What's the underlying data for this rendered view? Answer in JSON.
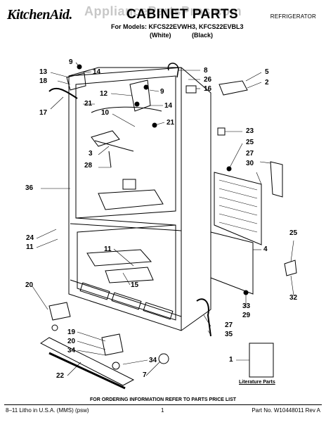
{
  "header": {
    "brand": "KitchenAid.",
    "title": "CABINET PARTS",
    "category": "REFRIGERATOR",
    "models_line": "For Models: KFCS22EVWH3, KFCS22EVBL3",
    "variant_white": "(White)",
    "variant_black": "(Black)",
    "watermark": "AppliancePartsPros.com"
  },
  "callouts": {
    "c9a": "9",
    "c13": "13",
    "c14a": "14",
    "c18": "18",
    "c17": "17",
    "c21a": "21",
    "c12": "12",
    "c9b": "9",
    "c14b": "14",
    "c10": "10",
    "c21b": "21",
    "c8": "8",
    "c26": "26",
    "c16": "16",
    "c5": "5",
    "c2": "2",
    "c23": "23",
    "c25a": "25",
    "c27a": "27",
    "c30": "30",
    "c3": "3",
    "c28": "28",
    "c36": "36",
    "c24": "24",
    "c11a": "11",
    "c11b": "11",
    "c15": "15",
    "c4": "4",
    "c25b": "25",
    "c32": "32",
    "c20a": "20",
    "c19": "19",
    "c20b": "20",
    "c34a": "34",
    "c34b": "34",
    "c22": "22",
    "c7": "7",
    "c33": "33",
    "c29": "29",
    "c27b": "27",
    "c35": "35",
    "c1": "1"
  },
  "literature_label": "Literature Parts",
  "footer": {
    "order_note": "FOR ORDERING INFORMATION REFER TO PARTS PRICE LIST",
    "left": "8–11 Litho in U.S.A. (MMS) (psw)",
    "page": "1",
    "part_no": "Part No. W10448011 Rev A"
  }
}
